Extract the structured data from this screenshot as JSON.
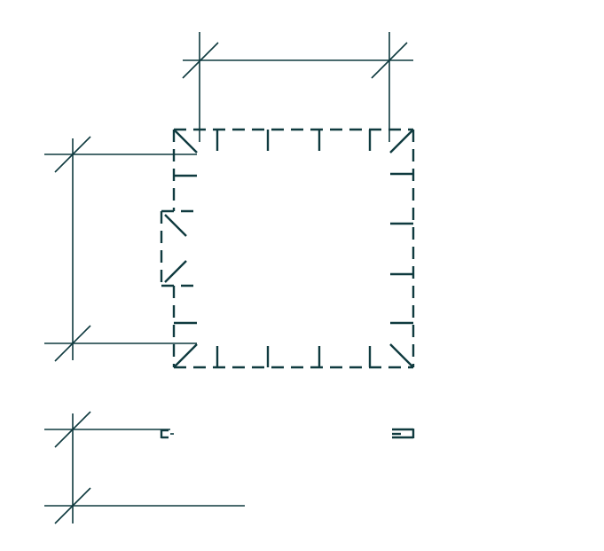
{
  "colors": {
    "line": "#0f3a3f",
    "background": "#ffffff"
  },
  "diagram": {
    "type": "technical-drawing",
    "features": [
      "horizontal-dimension-line",
      "vertical-dimension-line",
      "dashed-square-outline",
      "left-side-notch",
      "lower-dimension-bracket",
      "elevation-markers"
    ]
  }
}
